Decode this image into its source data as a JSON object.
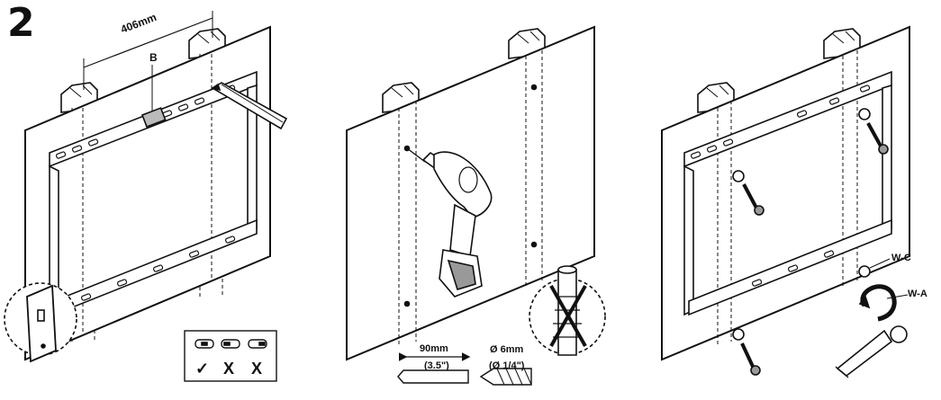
{
  "step_number": "2",
  "panel1": {
    "stud_spacing": "406mm",
    "level_label": "B",
    "slot_checks": [
      "✓",
      "X",
      "X"
    ]
  },
  "panel2": {
    "depth_metric": "90mm",
    "depth_imperial": "(3.5\")",
    "diameter_metric": "Ø 6mm",
    "diameter_imperial": "(Ø 1/4\")"
  },
  "panel3": {
    "washer_label": "W-C",
    "screw_label": "W-A"
  }
}
